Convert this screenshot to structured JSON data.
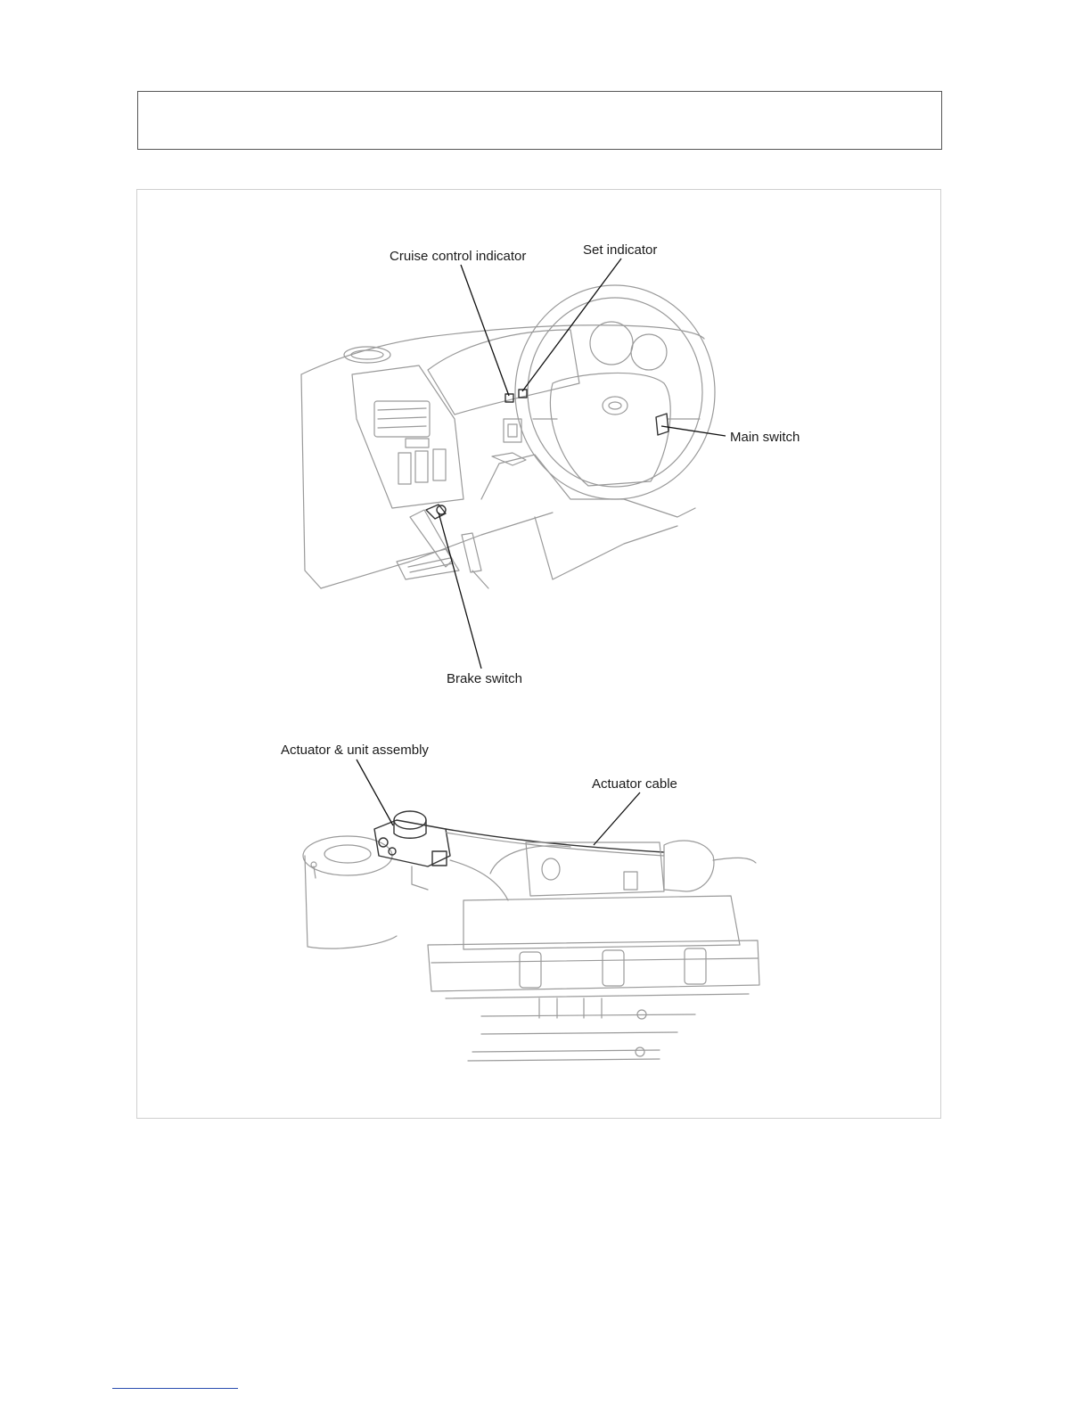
{
  "header": {
    "text": ""
  },
  "figure": {
    "labels": {
      "cruise_control_indicator": "Cruise control indicator",
      "set_indicator": "Set indicator",
      "main_switch": "Main switch",
      "brake_switch": "Brake switch",
      "actuator_unit_assembly": "Actuator & unit assembly",
      "actuator_cable": "Actuator cable"
    }
  },
  "colors": {
    "line_art": "#9a9a9a",
    "leader": "#111111",
    "frame": "#cfcfcf",
    "link": "#2a4db0"
  }
}
